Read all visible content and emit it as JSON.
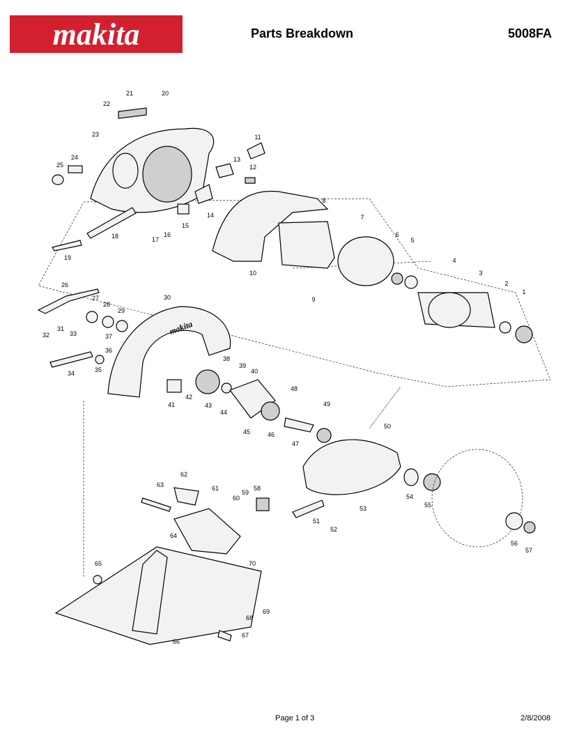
{
  "header": {
    "brand": "makita",
    "registered_mark": "®",
    "title": "Parts Breakdown",
    "model": "5008FA"
  },
  "footer": {
    "page": "Page 1 of 3",
    "date": "2/8/2008"
  },
  "diagram": {
    "guard_marking": "makita",
    "part_numbers": [
      "1",
      "2",
      "3",
      "4",
      "5",
      "6",
      "7",
      "8",
      "9",
      "10",
      "11",
      "12",
      "13",
      "14",
      "15",
      "16",
      "17",
      "18",
      "19",
      "20",
      "21",
      "22",
      "23",
      "24",
      "25",
      "26",
      "27",
      "28",
      "29",
      "30",
      "31",
      "32",
      "33",
      "34",
      "35",
      "36",
      "37",
      "38",
      "39",
      "40",
      "41",
      "42",
      "43",
      "44",
      "45",
      "46",
      "47",
      "48",
      "49",
      "50",
      "51",
      "52",
      "53",
      "54",
      "55",
      "56",
      "57",
      "58",
      "59",
      "60",
      "61",
      "62",
      "63",
      "64",
      "65",
      "66",
      "67",
      "68",
      "69",
      "70"
    ]
  }
}
